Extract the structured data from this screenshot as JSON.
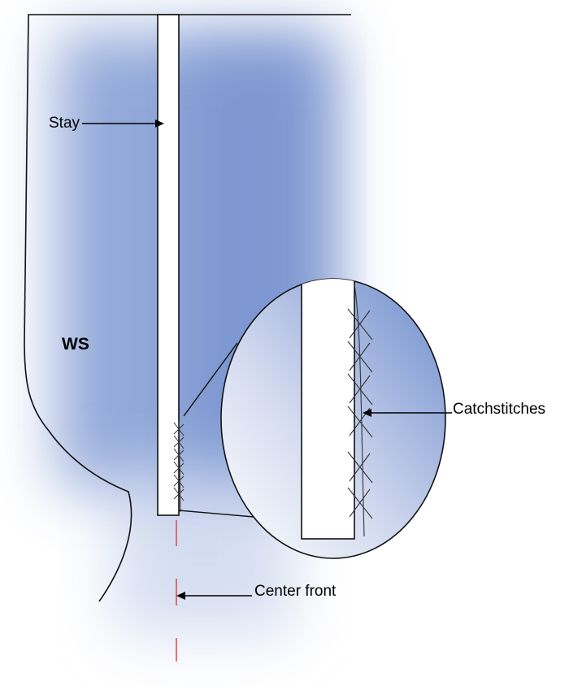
{
  "labels": {
    "stay": "Stay",
    "ws": "WS",
    "catchstitches": "Catchstitches",
    "center_front": "Center front"
  },
  "colors": {
    "fabric_blue": "#7f9ad3",
    "fabric_light": "#ffffff",
    "outline": "#111111",
    "center_front_line": "#e05050",
    "stitch": "#333333"
  }
}
